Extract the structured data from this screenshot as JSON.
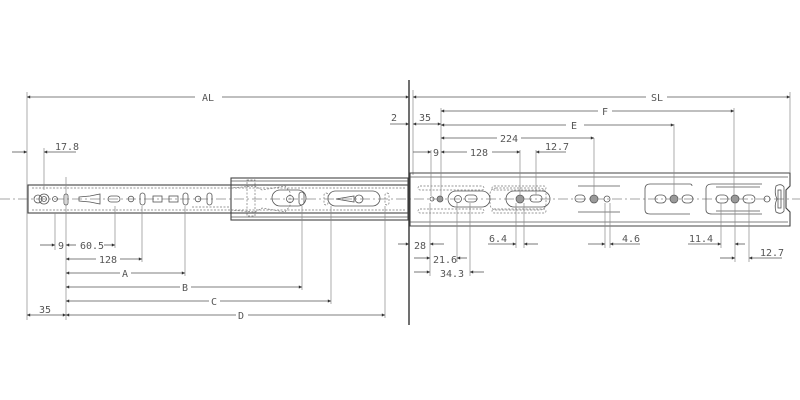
{
  "drawing": {
    "title": "Ball-bearing drawer slide dimension drawing",
    "overall_labels": {
      "AL": "AL",
      "SL": "SL"
    },
    "top_dims": {
      "d_2": "2",
      "d_17_8": "17.8",
      "d_35_top": "35",
      "F": "F",
      "E": "E",
      "d_224": "224",
      "d_9_top": "9",
      "d_128_top": "128",
      "d_12_7_top": "12.7"
    },
    "bottom_left_dims": {
      "d_9": "9",
      "d_60_5": "60.5",
      "d_128": "128",
      "A": "A",
      "B": "B",
      "C": "C",
      "D": "D",
      "d_35": "35"
    },
    "bottom_right_dims": {
      "d_28": "28",
      "d_21_6": "21.6",
      "d_34_3": "34.3",
      "d_6_4": "6.4",
      "d_4_6": "4.6",
      "d_11_4": "11.4",
      "d_12_7": "12.7"
    },
    "colors": {
      "line": "#444444",
      "text": "#555555",
      "hole_fill": "#999999"
    }
  }
}
